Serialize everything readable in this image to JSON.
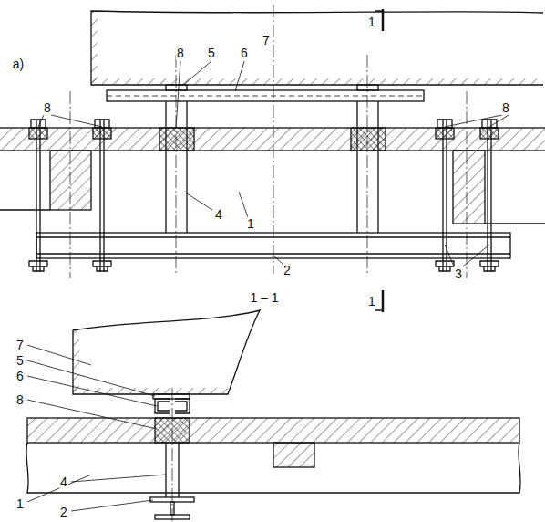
{
  "diagram": {
    "labels": [
      "1",
      "7",
      "a)",
      "8",
      "5",
      "6",
      "8",
      "8",
      "4",
      "1",
      "3",
      "2",
      "1 – 1",
      "1",
      "7",
      "5",
      "6",
      "8",
      "4",
      "1",
      "2"
    ]
  }
}
